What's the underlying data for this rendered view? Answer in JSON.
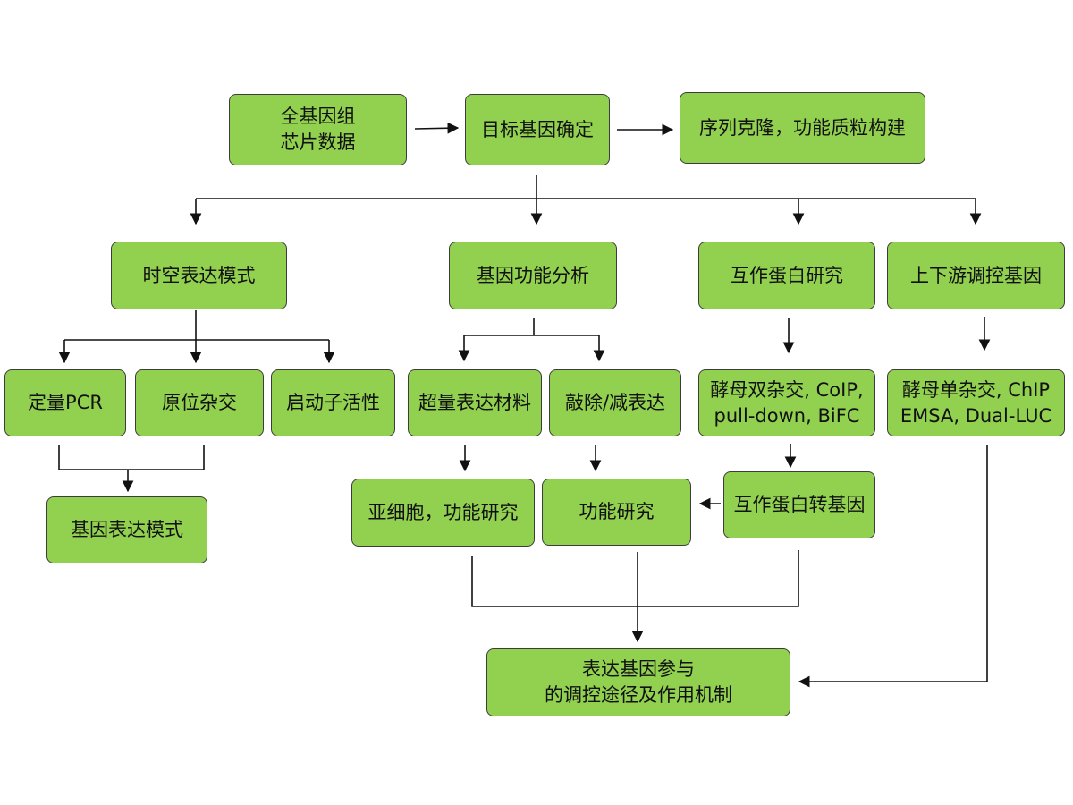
{
  "colors": {
    "node_fill": "#92d050",
    "node_border": "#3c3c3c",
    "line": "#111111"
  },
  "nodes": {
    "genome_chip": "全基因组\n芯片数据",
    "target_gene": "目标基因确定",
    "cloning": "序列克隆，功能质粒构建",
    "spatiotemporal": "时空表达模式",
    "function_analysis": "基因功能分析",
    "interaction": "互作蛋白研究",
    "regulatory": "上下游调控基因",
    "qpcr": "定量PCR",
    "in_situ": "原位杂交",
    "promoter": "启动子活性",
    "overexpression": "超量表达材料",
    "knockout": "敲除/减表达",
    "y2h": "酵母双杂交, CoIP,\npull-down, BiFC",
    "y1h": "酵母单杂交, ChIP\nEMSA, Dual-LUC",
    "expression_pattern": "基因表达模式",
    "subcellular": "亚细胞，功能研究",
    "function_study": "功能研究",
    "transgenic": "互作蛋白转基因",
    "mechanism": "表达基因参与\n的调控途径及作用机制"
  }
}
